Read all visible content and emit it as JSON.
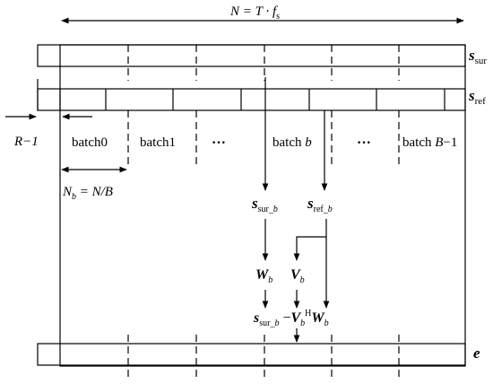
{
  "diagram": {
    "top_equation": {
      "lhs": "N",
      "eq": " = T · f",
      "sub": "s"
    },
    "signals": {
      "sur": {
        "base": "s",
        "sub": "sur"
      },
      "ref": {
        "base": "s",
        "sub": "ref"
      },
      "err": {
        "base": "e"
      }
    },
    "offset_label": "R−1",
    "batches": {
      "b0": "batch0",
      "b1": "batch1",
      "bb_text": "batch ",
      "bb_var": "b",
      "bB_text": "batch ",
      "bB_var": "B",
      "bB_tail": "−1",
      "dots": "···"
    },
    "batch_length": {
      "base": "N",
      "sub": "b",
      "rhs": " = N/B"
    },
    "sur_b": {
      "base": "s",
      "sub": "sur_",
      "subvar": "b"
    },
    "ref_b": {
      "base": "s",
      "sub": "ref_",
      "subvar": "b"
    },
    "W_b": {
      "base": "W",
      "sub": "b"
    },
    "V_b": {
      "base": "V",
      "sub": "b"
    },
    "result": {
      "s_base": "s",
      "s_sub": "sur_",
      "s_subvar": "b",
      "minus": "−",
      "V": "V",
      "V_sub": "b",
      "V_sup": "H",
      "W": "W",
      "W_sub": "b"
    }
  }
}
